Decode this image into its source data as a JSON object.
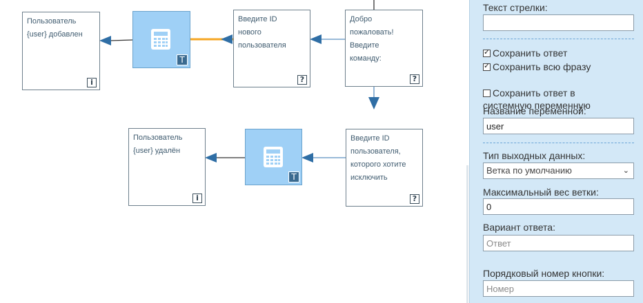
{
  "nodes": {
    "user_added": {
      "text": "Пользователь\n{user} добавлен",
      "badge": "i"
    },
    "enter_new_id": {
      "text": "Введите ID\nнового\nпользователя",
      "badge": "?"
    },
    "welcome": {
      "text": "Добро\nпожаловать!\nВведите\nкоманду:",
      "badge": "?"
    },
    "user_deleted": {
      "text": "Пользователь\n{user} удалён",
      "badge": "i"
    },
    "enter_delete_id": {
      "text": "Введите ID\nпользователя,\nкоторого хотите\nисключить",
      "badge": "?"
    },
    "calc_badge": "T"
  },
  "panel": {
    "arrow_text_label": "Текст стрелки:",
    "arrow_text_value": "",
    "save_answer": {
      "label": "Сохранить ответ",
      "checked": true
    },
    "save_phrase": {
      "label": "Сохранить всю фразу",
      "checked": true
    },
    "save_sysvar": {
      "label": "Сохранить ответ в\nсистемную переменную",
      "checked": false
    },
    "var_name_label": "Название переменной:",
    "var_name_value": "user",
    "output_type_label": "Тип выходных данных:",
    "output_type_value": "Ветка по умолчанию",
    "max_weight_label": "Максимальный вес ветки:",
    "max_weight_value": "0",
    "answer_variant_label": "Вариант ответа:",
    "answer_variant_placeholder": "Ответ",
    "button_order_label": "Порядковый номер кнопки:",
    "button_order_placeholder": "Номер"
  },
  "colors": {
    "link": "#2f6ea5",
    "active_link": "#f5a623",
    "calc_fill": "#9fd0f6",
    "panel_bg": "#d3e8f7"
  }
}
